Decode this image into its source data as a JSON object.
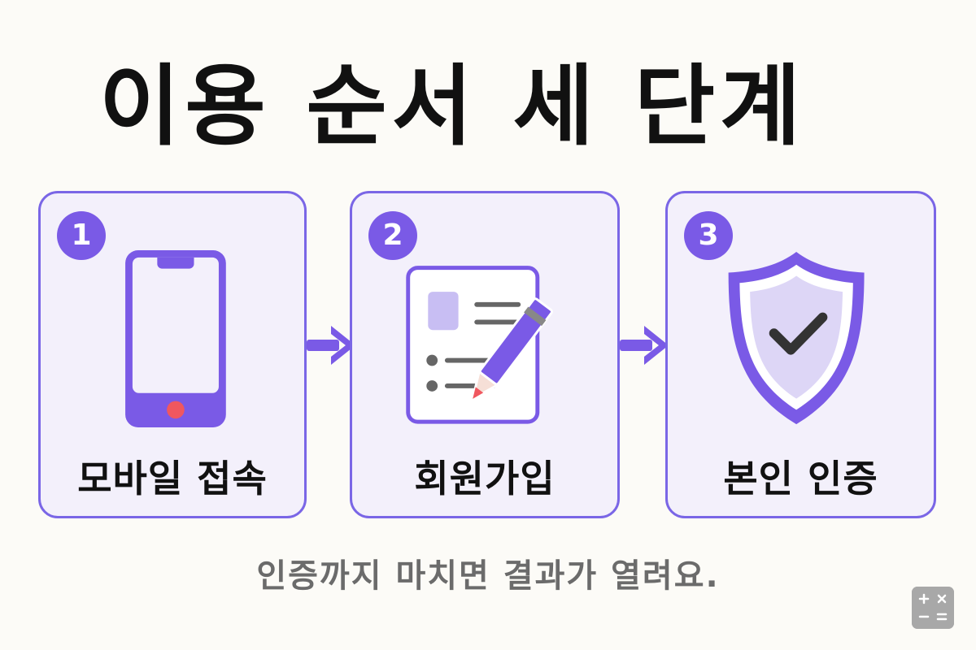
{
  "title": "이용 순서 세 단계",
  "steps": [
    {
      "number": "1",
      "label": "모바일 접속",
      "icon": "smartphone-icon"
    },
    {
      "number": "2",
      "label": "회원가입",
      "icon": "signup-form-pencil-icon"
    },
    {
      "number": "3",
      "label": "본인 인증",
      "icon": "shield-check-icon"
    }
  ],
  "footer": "인증까지 마치면 결과가 열려요.",
  "colors": {
    "accent": "#7a5ae6",
    "card_border": "#7a66e6",
    "card_background": "#f3f0fb",
    "phone_button": "#f0575f",
    "footer_text": "#6b6b6b"
  }
}
